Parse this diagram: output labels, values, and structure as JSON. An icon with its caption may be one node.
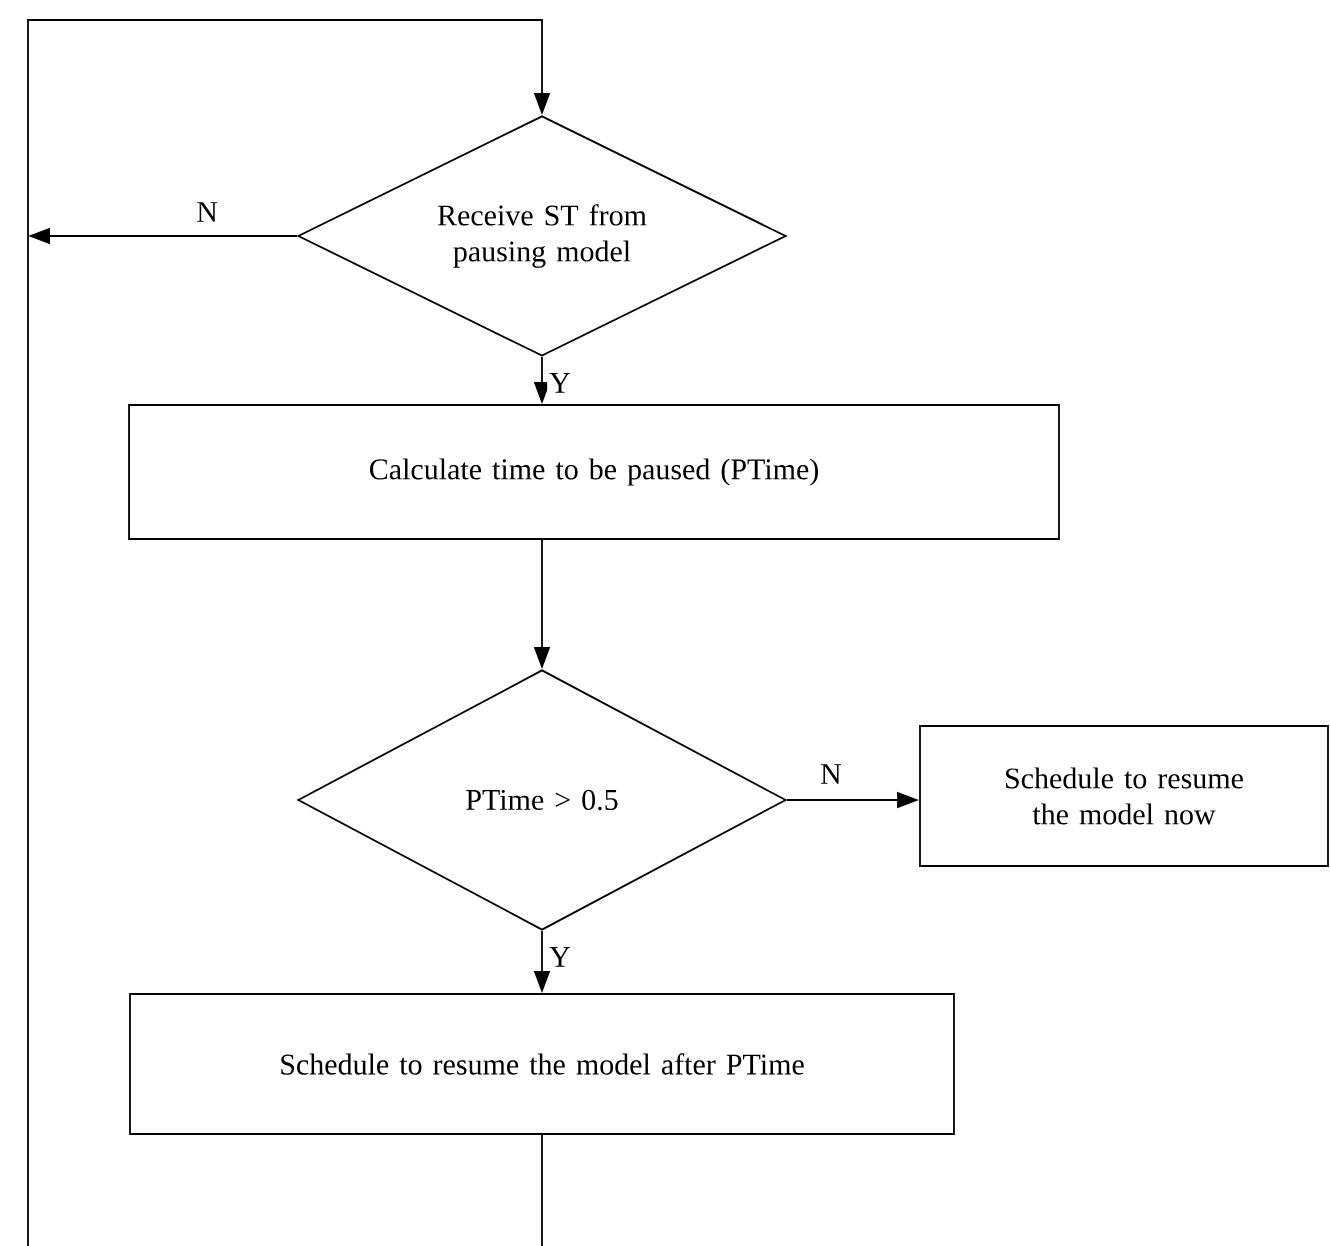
{
  "diagram": {
    "nodes": [
      {
        "text": [
          "Receive ST from pausing model"
        ]
      },
      {
        "text": [
          "Calculate time to be paused (PTime)"
        ]
      },
      {
        "text": [
          "PTime > 0.5"
        ]
      },
      {
        "text": [
          "Schedule to resume the model now"
        ]
      },
      {
        "text": [
          "Schedule to resume the model after PTime"
        ]
      }
    ],
    "edges": [
      {
        "from": null,
        "to": 0,
        "arrow": "to"
      },
      {
        "from": 0,
        "to": null,
        "arrow": "to",
        "label": "N"
      },
      {
        "from": 0,
        "to": 1,
        "arrow": "to",
        "label": "Y"
      },
      {
        "from": 1,
        "to": 2,
        "arrow": "to"
      },
      {
        "from": 2,
        "to": 3,
        "arrow": "to",
        "label": "N"
      },
      {
        "from": 2,
        "to": 4,
        "arrow": "to",
        "label": "Y"
      },
      {
        "from": 4,
        "to": null,
        "arrow": "none"
      }
    ]
  }
}
